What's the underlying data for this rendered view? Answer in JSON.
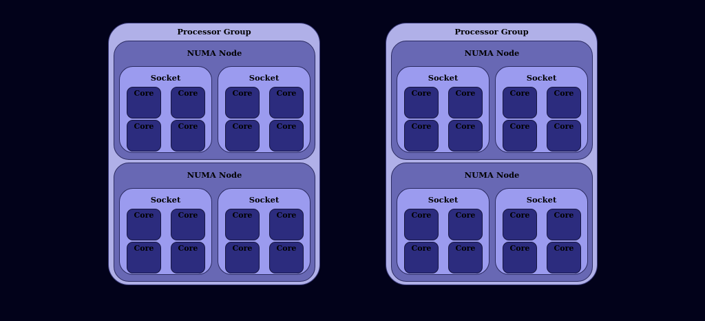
{
  "colors": {
    "background": "#02021a",
    "processor_group_fill": "#b0b0e8",
    "numa_node_fill": "#6868b4",
    "socket_fill": "#9b9bef",
    "core_fill": "#2c2c7e"
  },
  "processor_groups": [
    {
      "label": "Processor Group",
      "numa_nodes": [
        {
          "label": "NUMA Node",
          "sockets": [
            {
              "label": "Socket",
              "cores": [
                "Core",
                "Core",
                "Core",
                "Core"
              ]
            },
            {
              "label": "Socket",
              "cores": [
                "Core",
                "Core",
                "Core",
                "Core"
              ]
            }
          ]
        },
        {
          "label": "NUMA Node",
          "sockets": [
            {
              "label": "Socket",
              "cores": [
                "Core",
                "Core",
                "Core",
                "Core"
              ]
            },
            {
              "label": "Socket",
              "cores": [
                "Core",
                "Core",
                "Core",
                "Core"
              ]
            }
          ]
        }
      ]
    },
    {
      "label": "Processor Group",
      "numa_nodes": [
        {
          "label": "NUMA Node",
          "sockets": [
            {
              "label": "Socket",
              "cores": [
                "Core",
                "Core",
                "Core",
                "Core"
              ]
            },
            {
              "label": "Socket",
              "cores": [
                "Core",
                "Core",
                "Core",
                "Core"
              ]
            }
          ]
        },
        {
          "label": "NUMA Node",
          "sockets": [
            {
              "label": "Socket",
              "cores": [
                "Core",
                "Core",
                "Core",
                "Core"
              ]
            },
            {
              "label": "Socket",
              "cores": [
                "Core",
                "Core",
                "Core",
                "Core"
              ]
            }
          ]
        }
      ]
    }
  ]
}
